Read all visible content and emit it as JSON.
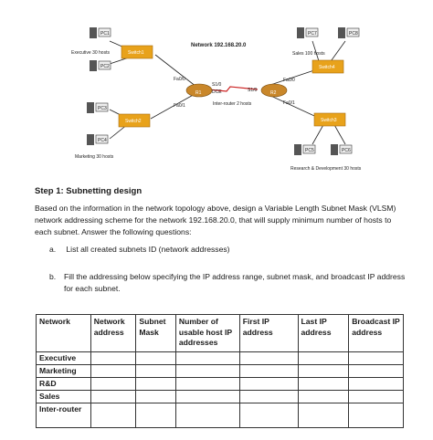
{
  "topology": {
    "network_label": "Network 192.168.20.0",
    "interrouter_label": "Inter-router 2 hosts",
    "pcs": [
      "PC1",
      "PC2",
      "PC3",
      "PC4",
      "PC5",
      "PC6",
      "PC7",
      "PC8"
    ],
    "switches": [
      "Switch1",
      "Switch2",
      "Switch3",
      "Switch4"
    ],
    "routers": [
      "R1",
      "R2"
    ],
    "r1_ports": {
      "fa0_0": "Fa0/0",
      "fa0_1": "Fa0/1",
      "s1_0": "S1/0",
      "dce": "DCE"
    },
    "r2_ports": {
      "fa0_0": "Fa0/0",
      "fa0_1": "Fa0/1",
      "s1_0": "S1/0"
    },
    "groups": {
      "executive": "Executive 30 hosts",
      "marketing": "Marketing 30 hosts",
      "sales": "Sales 100 hosts",
      "rnd": "Research & Development 30 hosts"
    }
  },
  "step_heading": "Step 1:  Subnetting design",
  "intro": "Based on the information in the network topology above, design a Variable Length Subnet Mask (VLSM) network addressing scheme for the network 192.168.20.0, that will supply minimum number of hosts to each subnet. Answer the following questions:",
  "question_a": {
    "label": "a.",
    "text": "List all created subnets ID (network addresses)"
  },
  "question_b": {
    "label": "b.",
    "text": "Fill the addressing below specifying the IP address range, subnet mask, and broadcast IP address for each subnet."
  },
  "table": {
    "headers": [
      "Network",
      "Network address",
      "Subnet Mask",
      "Number of usable host IP addresses",
      "First IP address",
      "Last IP address",
      "Broadcast IP address"
    ],
    "rows": [
      "Executive",
      "Marketing",
      "R&D",
      "Sales",
      "Inter-router"
    ]
  },
  "colors": {
    "switch": "#e8a21b",
    "router": "#c9872a",
    "link": "#222222",
    "serial": "#cc2222"
  }
}
